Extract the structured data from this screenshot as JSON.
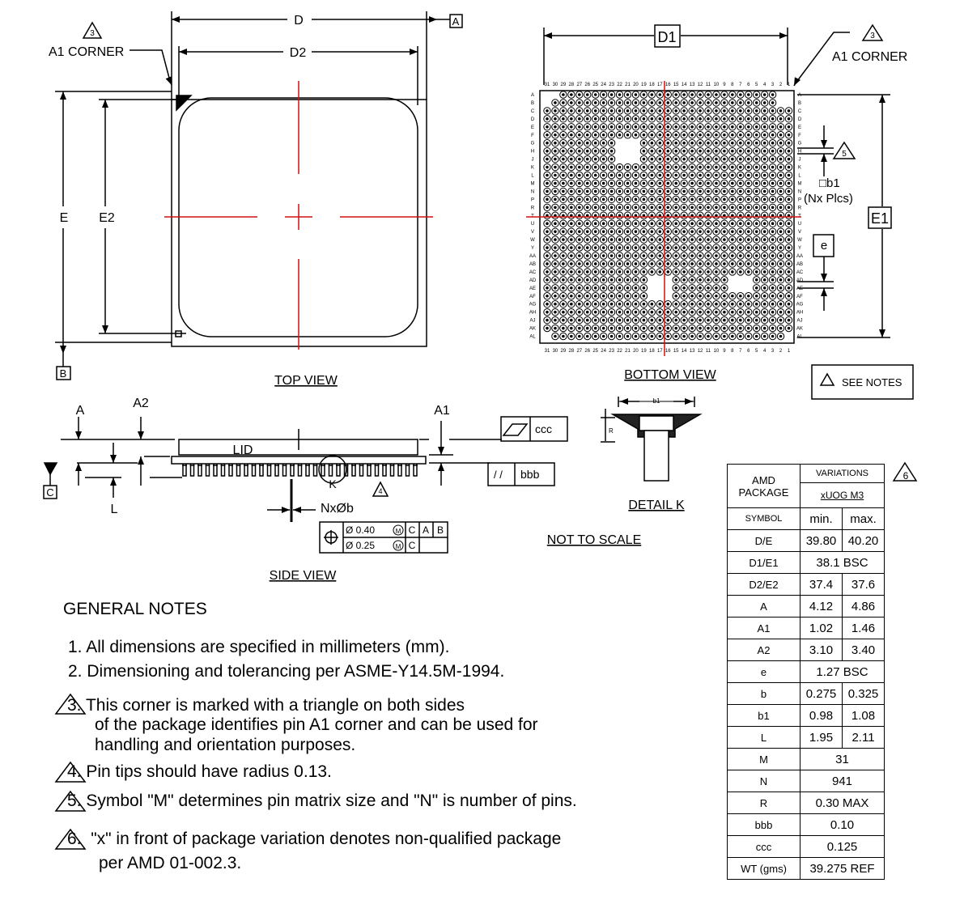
{
  "top_view": {
    "title": "TOP VIEW",
    "corner_label": "A1 CORNER",
    "corner_note": "3",
    "dim_D": "D",
    "dim_D2": "D2",
    "dim_E": "E",
    "dim_E2": "E2",
    "datum_A": "A",
    "datum_B": "B"
  },
  "bottom_view": {
    "title": "BOTTOM VIEW",
    "corner_label": "A1 CORNER",
    "corner_note": "3",
    "dim_D1": "D1",
    "dim_E1": "E1",
    "dim_e": "e",
    "pad_label": "□b1",
    "pad_sub": "(Nx Plcs)",
    "pad_note": "5",
    "columns": [
      "31",
      "30",
      "29",
      "28",
      "27",
      "26",
      "25",
      "24",
      "23",
      "22",
      "21",
      "20",
      "19",
      "18",
      "17",
      "16",
      "15",
      "14",
      "13",
      "12",
      "11",
      "10",
      "9",
      "8",
      "7",
      "6",
      "5",
      "4",
      "3",
      "2",
      "1"
    ],
    "rows": [
      "A",
      "B",
      "C",
      "D",
      "E",
      "F",
      "G",
      "H",
      "J",
      "K",
      "L",
      "M",
      "N",
      "P",
      "R",
      "T",
      "U",
      "V",
      "W",
      "Y",
      "AA",
      "AB",
      "AC",
      "AD",
      "AE",
      "AF",
      "AG",
      "AH",
      "AJ",
      "AK",
      "AL"
    ]
  },
  "see_notes": "SEE NOTES",
  "side_view": {
    "title": "SIDE VIEW",
    "lid": "LID",
    "dim_A": "A",
    "dim_A2": "A2",
    "dim_A1": "A1",
    "dim_L": "L",
    "datum_C": "C",
    "detail_ref": "K",
    "pin_note": "4",
    "pin_dim": "NxØb",
    "flatness": "ccc",
    "parallelism": "bbb",
    "parallel_symbol": "/ /",
    "fcf": {
      "row1": {
        "tol": "Ø 0.40",
        "mod": "M",
        "datums": [
          "C",
          "A",
          "B"
        ]
      },
      "row2": {
        "tol": "Ø 0.25",
        "mod": "M",
        "datums": [
          "C"
        ]
      }
    }
  },
  "detail_k": {
    "title": "DETAIL K",
    "b1": "b1",
    "R": "R"
  },
  "not_to_scale": "NOT TO SCALE",
  "notes": {
    "heading": "GENERAL NOTES",
    "items": [
      {
        "num": "1.",
        "lines": [
          "All dimensions are specified in millimeters (mm)."
        ]
      },
      {
        "num": "2.",
        "lines": [
          "Dimensioning and tolerancing per ASME-Y14.5M-1994."
        ]
      },
      {
        "num": "3.",
        "lines": [
          "This corner is marked with a triangle on both sides",
          "of the package identifies pin A1 corner and can be used for",
          "handling and orientation purposes."
        ]
      },
      {
        "num": "4.",
        "lines": [
          "Pin tips should have radius 0.13."
        ]
      },
      {
        "num": "5.",
        "lines": [
          "Symbol \"M\" determines pin matrix size and \"N\" is number of pins."
        ]
      },
      {
        "num": "6.",
        "lines": [
          "\"x\" in front of package variation denotes non-qualified package",
          "per AMD 01-002.3."
        ]
      }
    ]
  },
  "table": {
    "package_label": "AMD PACKAGE",
    "variations_label": "VARIATIONS",
    "variation": "xUOG M3",
    "note": "6",
    "symbol_header": "SYMBOL",
    "min_header": "min.",
    "max_header": "max.",
    "rows": [
      {
        "symbol": "D/E",
        "min": "39.80",
        "max": "40.20"
      },
      {
        "symbol": "D1/E1",
        "value": "38.1 BSC"
      },
      {
        "symbol": "D2/E2",
        "min": "37.4",
        "max": "37.6"
      },
      {
        "symbol": "A",
        "min": "4.12",
        "max": "4.86"
      },
      {
        "symbol": "A1",
        "min": "1.02",
        "max": "1.46"
      },
      {
        "symbol": "A2",
        "min": "3.10",
        "max": "3.40"
      },
      {
        "symbol": "e",
        "value": "1.27 BSC"
      },
      {
        "symbol": "b",
        "min": "0.275",
        "max": "0.325"
      },
      {
        "symbol": "b1",
        "min": "0.98",
        "max": "1.08"
      },
      {
        "symbol": "L",
        "min": "1.95",
        "max": "2.11"
      },
      {
        "symbol": "M",
        "value": "31"
      },
      {
        "symbol": "N",
        "value": "941"
      },
      {
        "symbol": "R",
        "value": "0.30 MAX"
      },
      {
        "symbol": "bbb",
        "value": "0.10"
      },
      {
        "symbol": "ccc",
        "value": "0.125"
      },
      {
        "symbol": "WT (gms)",
        "value": "39.275 REF"
      }
    ]
  },
  "colors": {
    "line": "#000000",
    "centerline": "#d01010"
  }
}
